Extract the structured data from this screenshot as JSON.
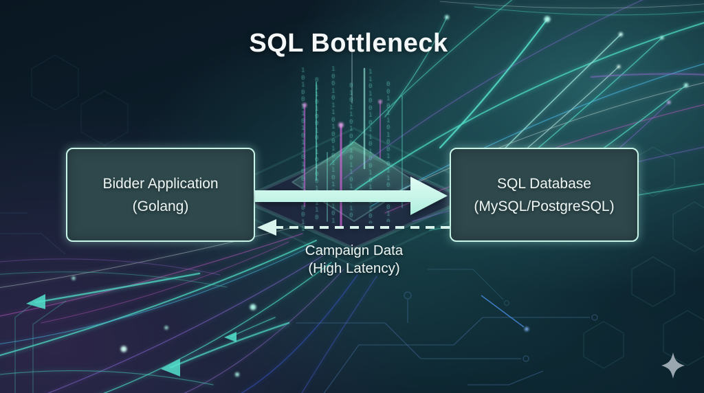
{
  "slide": {
    "title": "SQL Bottleneck"
  },
  "nodes": {
    "bidder": {
      "line1": "Bidder Application",
      "line2": "(Golang)"
    },
    "database": {
      "line1": "SQL Database",
      "line2": "(MySQL/PostgreSQL)"
    }
  },
  "edges": {
    "request": {
      "style": "solid",
      "direction": "right"
    },
    "response": {
      "style": "dashed",
      "direction": "left",
      "label_line1": "Campaign Data",
      "label_line2": "(High Latency)"
    }
  },
  "background": {
    "binary_columns": [
      "1010011010110100101001101011",
      "0110100101101001011010010110",
      "1001011010010110100101101001",
      "0101101001011010010110100101",
      "1101001011010010110100101101",
      "0010110100101101001011010010"
    ]
  },
  "colors": {
    "title": "#f5f8f8",
    "box_border": "#c9f6e9",
    "box_fill": "#2e484c",
    "arrow_light": "#e2fcf4",
    "arrow_dark": "#aeeedd",
    "dashed_arrow": "#d9f3ed",
    "streak_teal": "#4fe0c8",
    "streak_cyan": "#49b8e0",
    "streak_violet": "#8a6bd8",
    "streak_magenta": "#c85ec9",
    "background_navy": "#0a1722",
    "background_teal": "#1d4a52",
    "background_purple": "#2a2242",
    "sparkle": "#9aa7b0"
  },
  "watermark": {
    "icon": "sparkle"
  }
}
